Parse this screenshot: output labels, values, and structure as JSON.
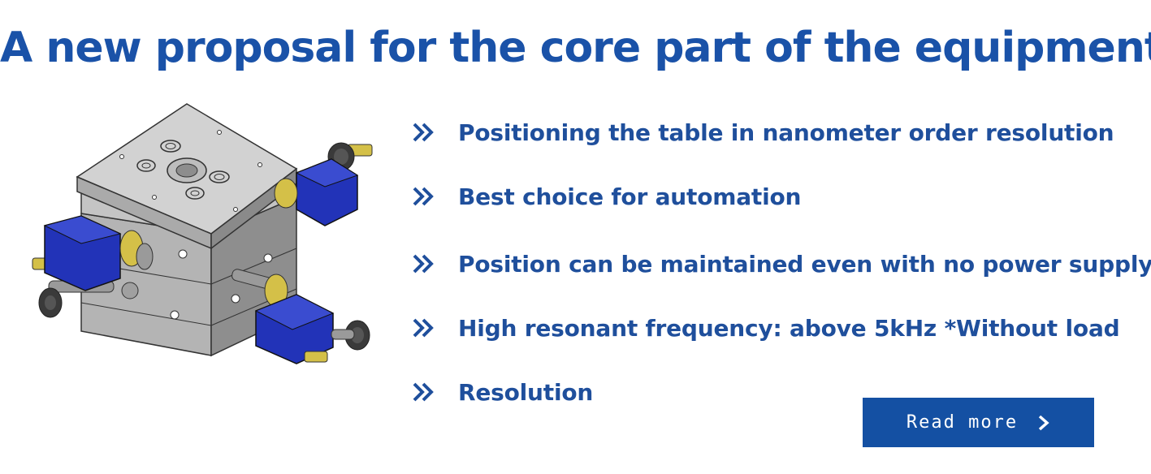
{
  "title": "A new proposal for the core part of the equipment",
  "product_image": {
    "icon": "xy-positioning-stage-illustration"
  },
  "features": [
    {
      "icon": "double-chevron-icon",
      "text": "Positioning the table in nanometer order resolution"
    },
    {
      "icon": "double-chevron-icon",
      "text": "Best choice for automation"
    },
    {
      "icon": "double-chevron-icon",
      "text": "Position can be maintained even with no power supply"
    },
    {
      "icon": "double-chevron-icon",
      "text": "High resonant frequency: above 5kHz *Without load"
    },
    {
      "icon": "double-chevron-icon",
      "text": "Resolution"
    }
  ],
  "read_more": {
    "label": "Read more",
    "icon": "chevron-right-icon"
  },
  "colors": {
    "title": "#1a52a8",
    "feature_text": "#1f4f9c",
    "button_bg": "#1450a3",
    "motor_blue": "#1f2fb0",
    "brass": "#c9b23a",
    "steel": "#9a9a9a"
  }
}
